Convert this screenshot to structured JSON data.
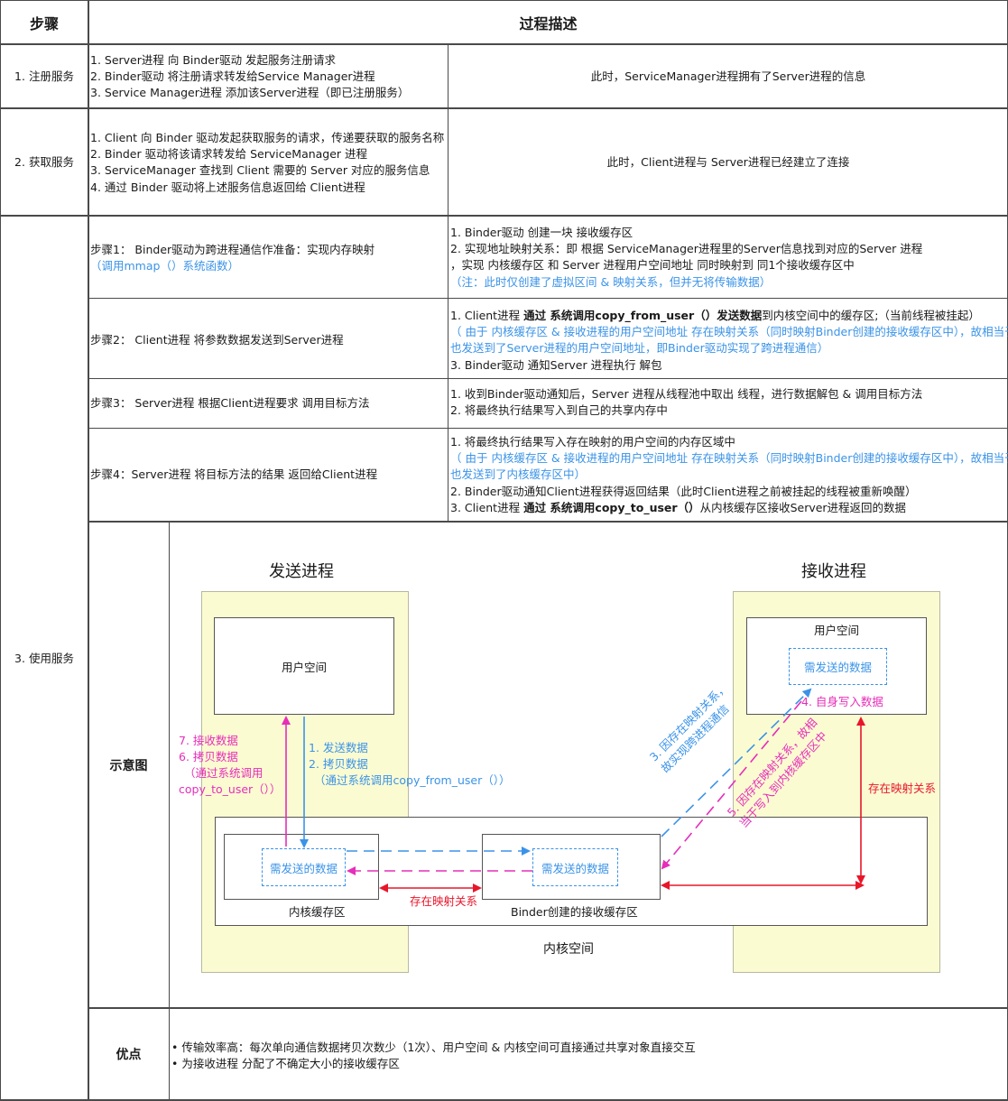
{
  "header": {
    "col1": "步骤",
    "col2": "过程描述"
  },
  "rows": {
    "register": {
      "label": "1. 注册服务",
      "steps": [
        "1. Server进程 向 Binder驱动 发起服务注册请求",
        "2. Binder驱动 将注册请求转发给Service Manager进程",
        "3. Service Manager进程 添加该Server进程（即已注册服务）"
      ],
      "result": "此时，ServiceManager进程拥有了Server进程的信息"
    },
    "get": {
      "label": "2. 获取服务",
      "steps": [
        "1. Client 向 Binder 驱动发起获取服务的请求，传递要获取的服务名称",
        "2. Binder 驱动将该请求转发给 ServiceManager 进程",
        "3. ServiceManager 查找到 Client 需要的 Server 对应的服务信息",
        "4. 通过 Binder 驱动将上述服务信息返回给 Client进程"
      ],
      "result": "此时，Client进程与 Server进程已经建立了连接"
    },
    "use": {
      "label": "3. 使用服务",
      "s1": {
        "title": "步骤1：  Binder驱动为跨进程通信作准备：实现内存映射",
        "note": "（调用mmap（）系统函数）",
        "d1": "1. Binder驱动 创建一块 接收缓存区",
        "d2": "2. 实现地址映射关系：即 根据 ServiceManager进程里的Server信息找到对应的Server 进程",
        "d3": "，实现 内核缓存区 和 Server 进程用户空间地址 同时映射到 同1个接收缓存区中",
        "d4": "（注：此时仅创建了虚拟区间 & 映射关系，但并无将传输数据）"
      },
      "s2": {
        "title": "步骤2：  Client进程 将参数数据发送到Server进程",
        "d1a": "1. Client进程 ",
        "d1b": "通过 系统调用copy_from_user（）发送数据",
        "d1c": "到内核空间中的缓存区;（当前线程被挂起）",
        "d2": "（ 由于 内核缓存区 & 接收进程的用户空间地址 存在映射关系（同时映射Binder创建的接收缓存区中），故相当于",
        "d3": "也发送到了Server进程的用户空间地址，即Binder驱动实现了跨进程通信）",
        "d4": "3.  Binder驱动 通知Server 进程执行 解包"
      },
      "s3": {
        "title": "步骤3：  Server进程 根据Client进程要求 调用目标方法",
        "d1": "1. 收到Binder驱动通知后，Server 进程从线程池中取出 线程，进行数据解包 & 调用目标方法",
        "d2": "2. 将最终执行结果写入到自己的共享内存中"
      },
      "s4": {
        "title": "步骤4：Server进程 将目标方法的结果 返回给Client进程",
        "d1": "1. 将最终执行结果写入存在映射的用户空间的内存区域中",
        "d2": "（ 由于 内核缓存区 & 接收进程的用户空间地址 存在映射关系（同时映射Binder创建的接收缓存区中），故相当于",
        "d3": "也发送到了内核缓存区中）",
        "d4": "2. Binder驱动通知Client进程获得返回结果（此时Client进程之前被挂起的线程被重新唤醒）",
        "d5a": "3. Client进程 ",
        "d5b": "通过 系统调用copy_to_user（）",
        "d5c": "从内核缓存区接收Server进程返回的数据"
      },
      "diagram_label": "示意图",
      "advantages_label": "优点",
      "advantages": [
        "• 传输效率高：每次单向通信数据拷贝次数少（1次）、用户空间 & 内核空间可直接通过共享对象直接交互",
        "• 为接收进程 分配了不确定大小的接收缓存区"
      ]
    }
  },
  "diagram": {
    "sender_title": "发送进程",
    "receiver_title": "接收进程",
    "user_space": "用户空间",
    "kernel_space": "内核空间",
    "kernel_buffer": "内核缓存区",
    "binder_buffer": "Binder创建的接收缓存区",
    "data_label": "需发送的数据",
    "mapping": "存在映射关系",
    "send_1": "1. 发送数据",
    "send_2": "2. 拷贝数据",
    "send_3": "（通过系统调用copy_from_user（））",
    "recv_1": "7. 接收数据",
    "recv_2": "6. 拷贝数据",
    "recv_3": "（通过系统调用",
    "recv_4": "copy_to_user（））",
    "step3_a": "3. 因存在映射关系，",
    "step3_b": "故实现跨进程通信",
    "step4": "4. 自身写入数据",
    "step5_a": "5. 因存在映射关系，故相",
    "step5_b": "当于写入到内核缓存区中"
  },
  "colors": {
    "blue": "#3a93e8",
    "magenta": "#e62eb9",
    "red": "#e8162a",
    "panel": "#fbfbd2",
    "border": "#4a4a4a"
  }
}
